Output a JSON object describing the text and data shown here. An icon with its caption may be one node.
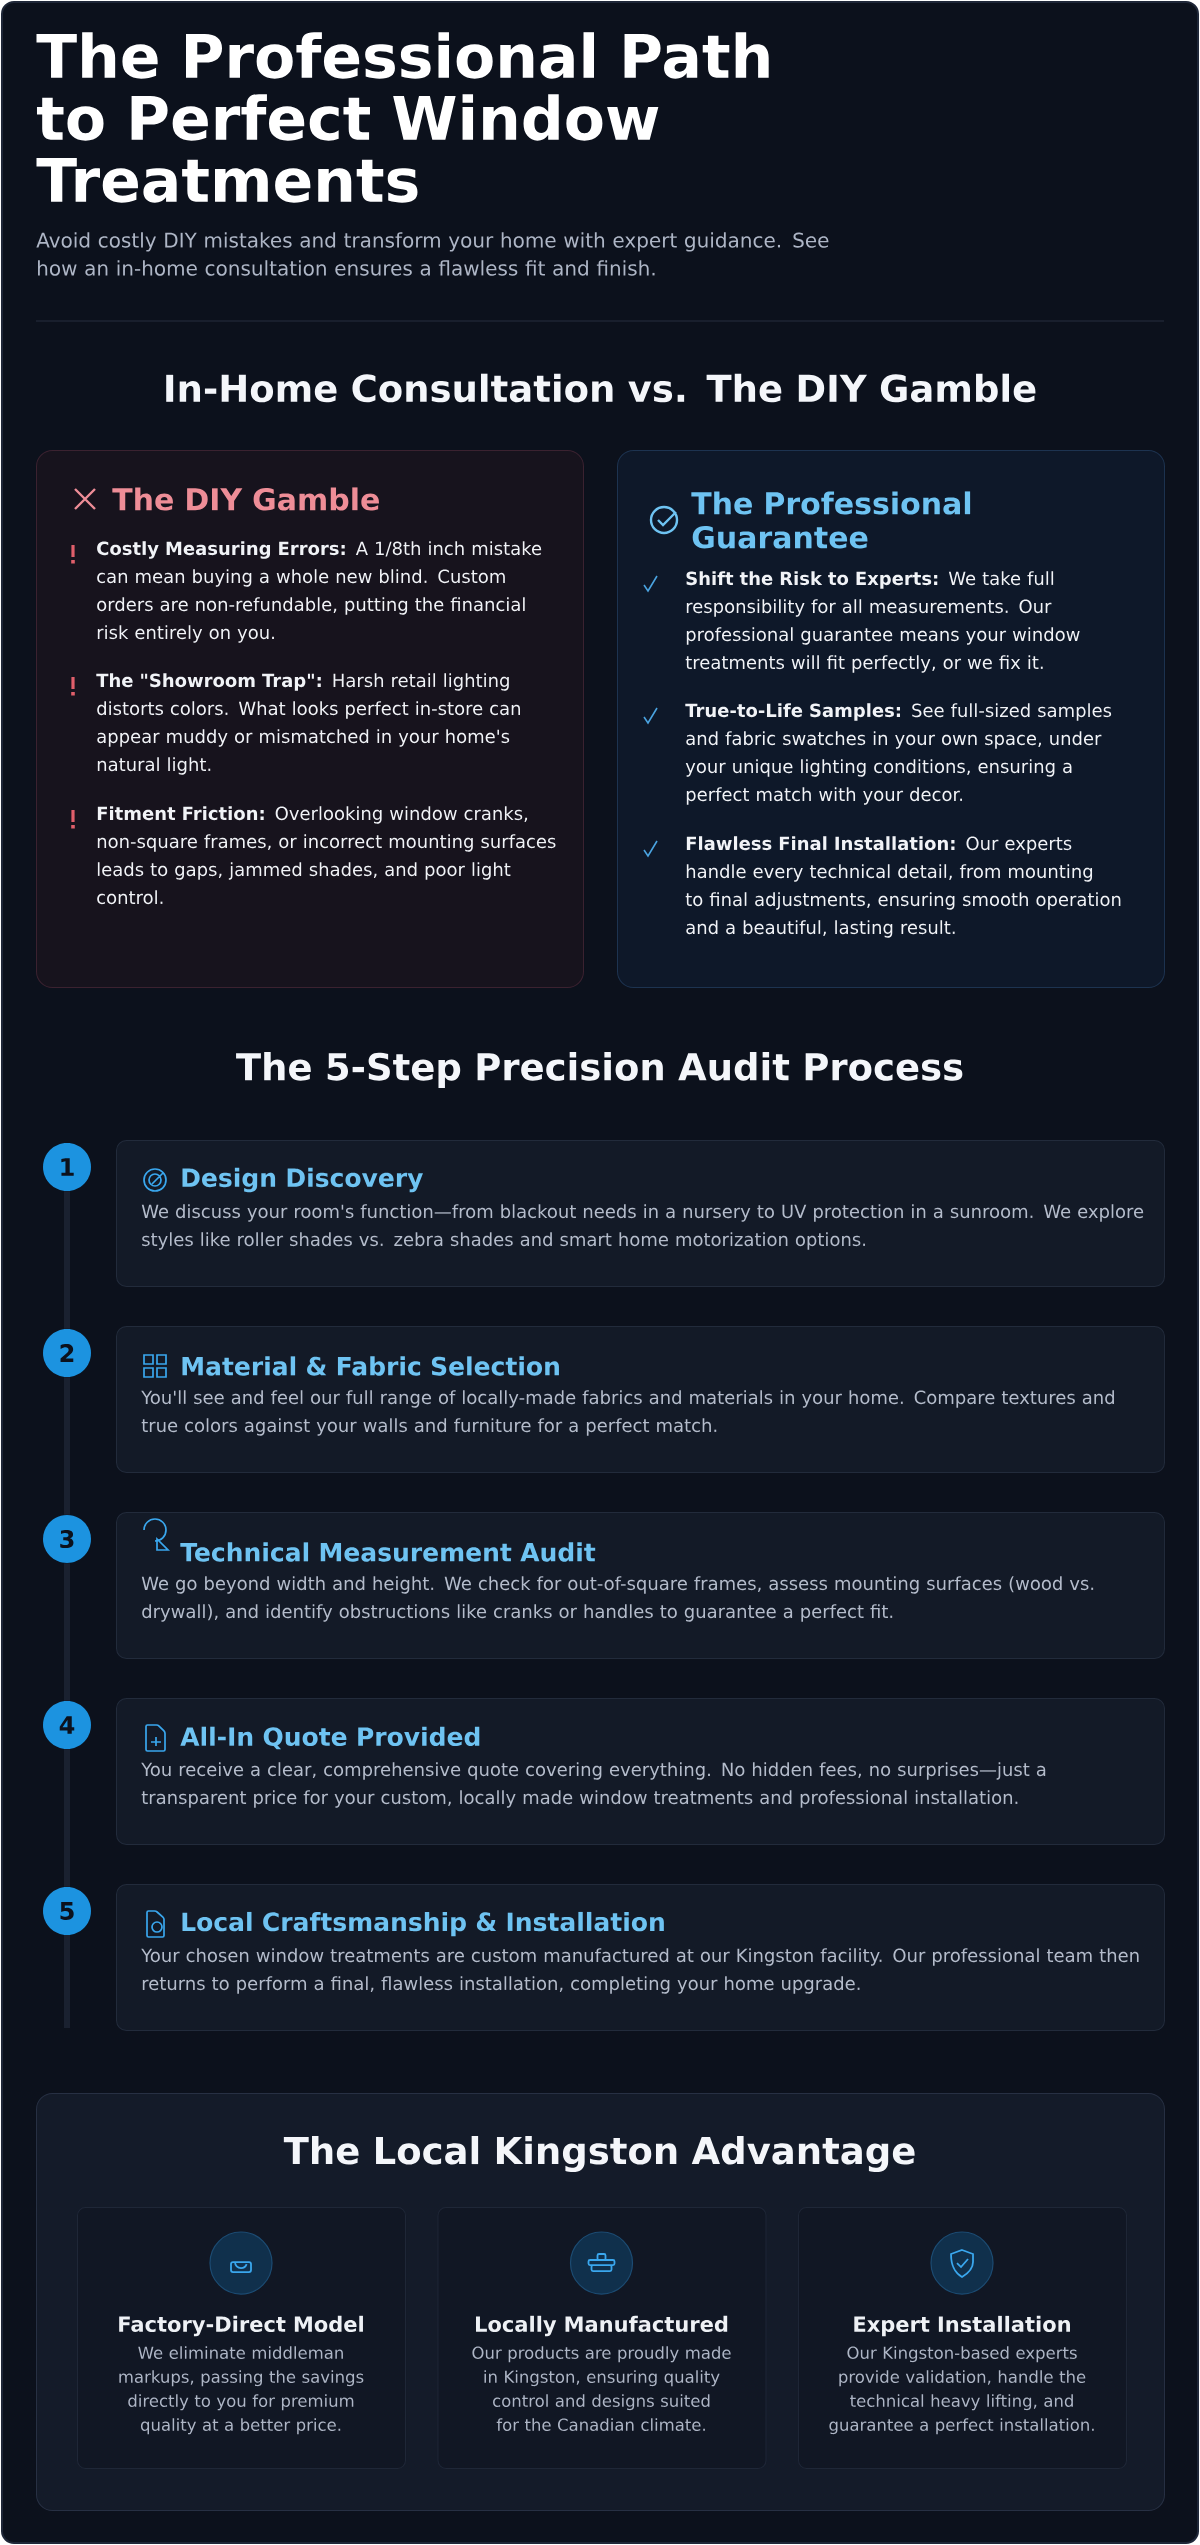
{
  "diagram": {
    "title": "The Professional Path to Perfect Window Treatments",
    "nodes": [
      {
        "text": [
          "The DIY Gamble",
          "**Costly Measuring Errors:** A 1/8th inch mistake can mean buying a whole new blind. Custom orders are non-refundable, putting the financial risk entirely on you.",
          "**The \"Showroom Trap\":** Harsh retail lighting distorts colors. What looks perfect in-store can appear muddy or mismatched in your home's natural light.",
          "**Fitment Friction:** Overlooking window cranks, non-square frames, or incorrect mounting surfaces leads to gaps, jammed shades, and poor light control."
        ]
      },
      {
        "text": [
          "The Professional Guarantee",
          "**Shift the Risk to Experts:** We take full responsibility for all measurements. Our professional guarantee means your window treatments will fit perfectly, or we fix it.",
          "**True-to-Life Samples:** See full-sized samples and fabric swatches in your own space, under your unique lighting conditions, ensuring a perfect match with your decor.",
          "**Flawless Final Installation:** Our experts handle every technical detail, from mounting to final adjustments, ensuring smooth operation and a beautiful, lasting result."
        ]
      },
      {
        "text": [
          "1"
        ]
      },
      {
        "text": [
          "Design Discovery",
          "We discuss your room's function—from blackout needs in a nursery to UV protection in a sunroom. We explore styles like roller shades vs. zebra shades and smart home motorization options."
        ]
      },
      {
        "text": [
          "2"
        ]
      },
      {
        "text": [
          "Material & Fabric Selection",
          "You'll see and feel our full range of locally-made fabrics and materials in your home. Compare textures and true colors against your walls and furniture for a perfect match."
        ]
      },
      {
        "text": [
          "3"
        ]
      },
      {
        "text": [
          "Technical Measurement Audit",
          "We go beyond width and height. We check for out-of-square frames, assess mounting surfaces (wood vs. drywall), and identify obstructions like cranks or handles to guarantee a perfect fit."
        ]
      },
      {
        "text": [
          "4"
        ]
      },
      {
        "text": [
          "All-In Quote Provided",
          "You receive a clear, comprehensive quote covering everything. No hidden fees, no surprises—just a transparent price for your custom, locally made window treatments and professional installation."
        ]
      },
      {
        "text": [
          "5"
        ]
      },
      {
        "text": [
          "Local Craftsmanship & Installation",
          "Your chosen window treatments are custom manufactured at our Kingston facility. Our professional team then returns to perform a final, flawless installation, completing your home upgrade."
        ]
      },
      {
        "text": [
          "The Local Kingston Advantage"
        ]
      },
      {
        "text": [
          "Factory-Direct Model",
          "We eliminate middleman markups, passing the savings directly to you for premium quality at a better price."
        ],
        "in": 12
      },
      {
        "text": [
          "Locally Manufactured",
          "Our products are proudly made in Kingston, ensuring quality control and designs suited for the Canadian climate."
        ],
        "in": 12
      },
      {
        "text": [
          "Expert Installation",
          "Our Kingston-based experts provide validation, handle the technical heavy lifting, and guarantee a perfect installation."
        ],
        "in": 12
      }
    ],
    "edges": [
      {
        "from": 2,
        "to": 4,
        "arrow": "none"
      },
      {
        "from": 4,
        "to": 6,
        "arrow": "none"
      },
      {
        "from": 6,
        "to": 8,
        "arrow": "none"
      },
      {
        "from": 8,
        "to": 10,
        "arrow": "none"
      }
    ],
    "labels": [
      "Avoid costly DIY mistakes and transform your home with expert guidance. See how an in-home consultation ensures a flawless fit and finish.",
      "In-Home Consultation vs. The DIY Gamble",
      "The 5-Step Precision Audit Process"
    ]
  }
}
